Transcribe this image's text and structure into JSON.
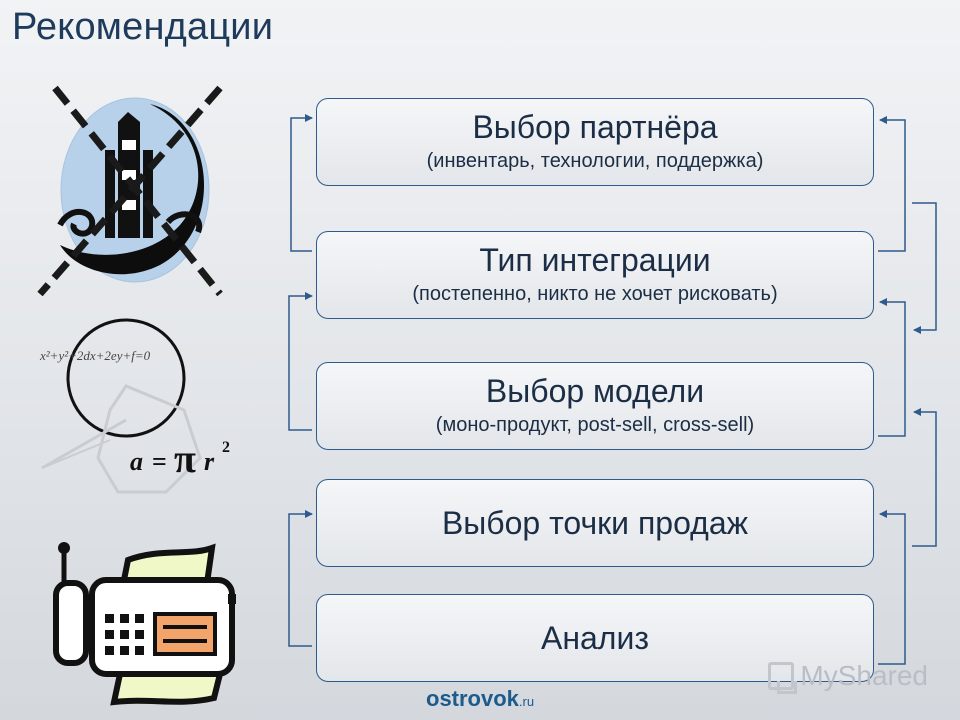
{
  "slide": {
    "title": "Рекомендации"
  },
  "steps": [
    {
      "title": "Выбор партнёра",
      "subtitle": "(инвентарь, технологии, поддержка)"
    },
    {
      "title": "Тип интеграции",
      "subtitle": "(постепенно, никто не хочет рисковать)"
    },
    {
      "title": "Выбор модели",
      "subtitle": "(моно-продукт, post-sell, cross-sell)"
    },
    {
      "title": "Выбор точки продаж",
      "subtitle": ""
    },
    {
      "title": "Анализ",
      "subtitle": ""
    }
  ],
  "illustrations": {
    "formula_equation": "x²+y²+2dx+2ey+f=0",
    "formula_area_a": "a",
    "formula_area_eq": "=",
    "formula_area_pi": "π",
    "formula_area_r": "r",
    "formula_area_exp": "2",
    "icons": [
      "crossed-out-space-shuttle-icon",
      "geometry-formula-icon",
      "fax-machine-icon"
    ]
  },
  "footer": {
    "logo_main": "ostrovok",
    "logo_tld": ".ru",
    "watermark": "MyShared"
  },
  "colors": {
    "title": "#1f3b5c",
    "box_border": "#2f5a8c",
    "arrows": "#2f5a8c",
    "footer_logo": "#1c5b8c"
  }
}
